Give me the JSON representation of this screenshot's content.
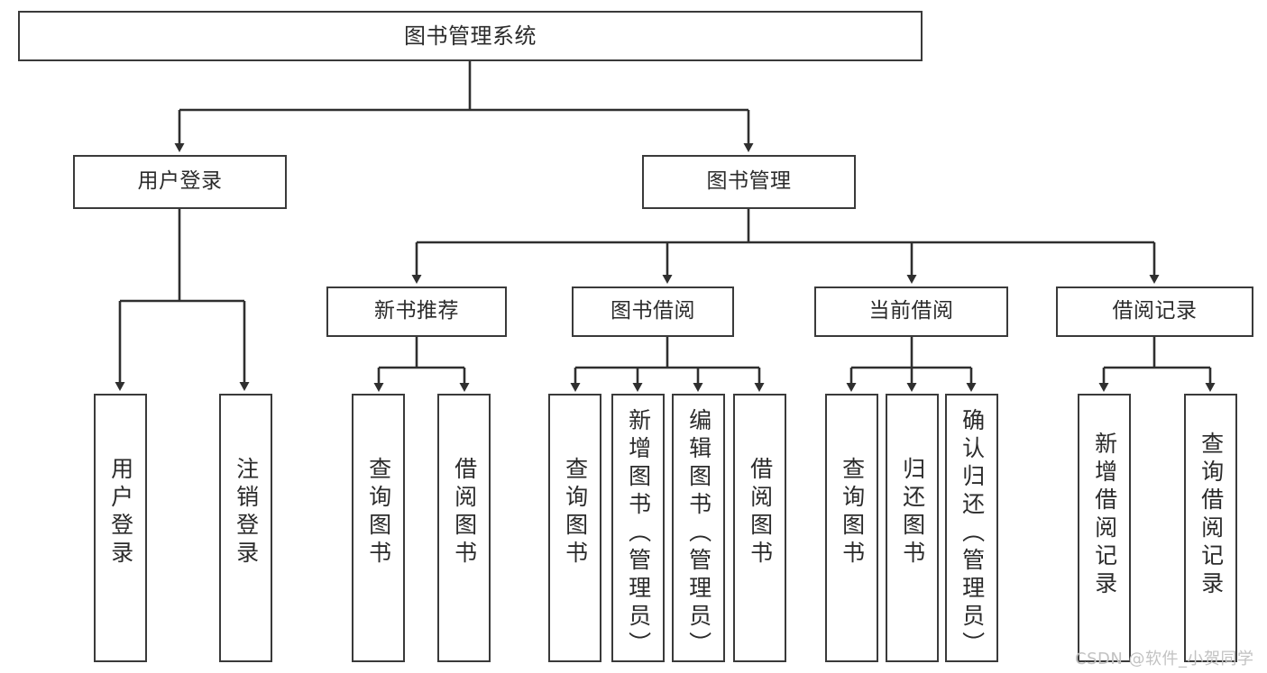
{
  "diagram": {
    "type": "tree-hierarchy",
    "title": "图书管理系统",
    "root": {
      "label": "图书管理系统"
    },
    "level2": [
      {
        "label": "用户登录"
      },
      {
        "label": "图书管理"
      }
    ],
    "level3": [
      {
        "label": "新书推荐"
      },
      {
        "label": "图书借阅"
      },
      {
        "label": "当前借阅"
      },
      {
        "label": "借阅记录"
      }
    ],
    "leaves": {
      "user_login": [
        {
          "label": "用户登录"
        },
        {
          "label": "注销登录"
        }
      ],
      "new_book_recommend": [
        {
          "label": "查询图书"
        },
        {
          "label": "借阅图书"
        }
      ],
      "book_borrow": [
        {
          "label": "查询图书"
        },
        {
          "label": "新增图书（管理员）"
        },
        {
          "label": "编辑图书（管理员）"
        },
        {
          "label": "借阅图书"
        }
      ],
      "current_borrow": [
        {
          "label": "查询图书"
        },
        {
          "label": "归还图书"
        },
        {
          "label": "确认归还（管理员）"
        }
      ],
      "borrow_record": [
        {
          "label": "新增借阅记录"
        },
        {
          "label": "查询借阅记录"
        }
      ]
    }
  },
  "watermark": {
    "text": "CSDN @软件_小贺同学"
  },
  "colors": {
    "stroke": "#3a3a3a",
    "text": "#2b2b2b",
    "background": "#ffffff",
    "watermark": "#c2c2c2"
  }
}
